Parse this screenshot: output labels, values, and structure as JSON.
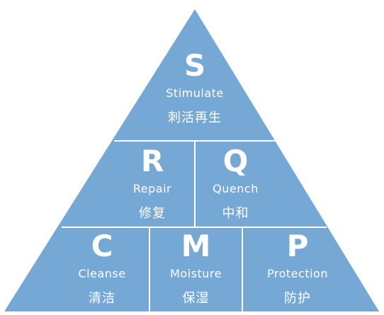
{
  "colors": {
    "fill": "#75A8D5",
    "divider": "#FFFFFF",
    "text": "#FFFFFF"
  },
  "tiers": [
    [
      {
        "letter": "S",
        "english": "Stimulate",
        "chinese": "刺活再生"
      }
    ],
    [
      {
        "letter": "R",
        "english": "Repair",
        "chinese": "修复"
      },
      {
        "letter": "Q",
        "english": "Quench",
        "chinese": "中和"
      }
    ],
    [
      {
        "letter": "C",
        "english": "Cleanse",
        "chinese": "清洁"
      },
      {
        "letter": "M",
        "english": "Moisture",
        "chinese": "保湿"
      },
      {
        "letter": "P",
        "english": "Protection",
        "chinese": "防护"
      }
    ]
  ]
}
